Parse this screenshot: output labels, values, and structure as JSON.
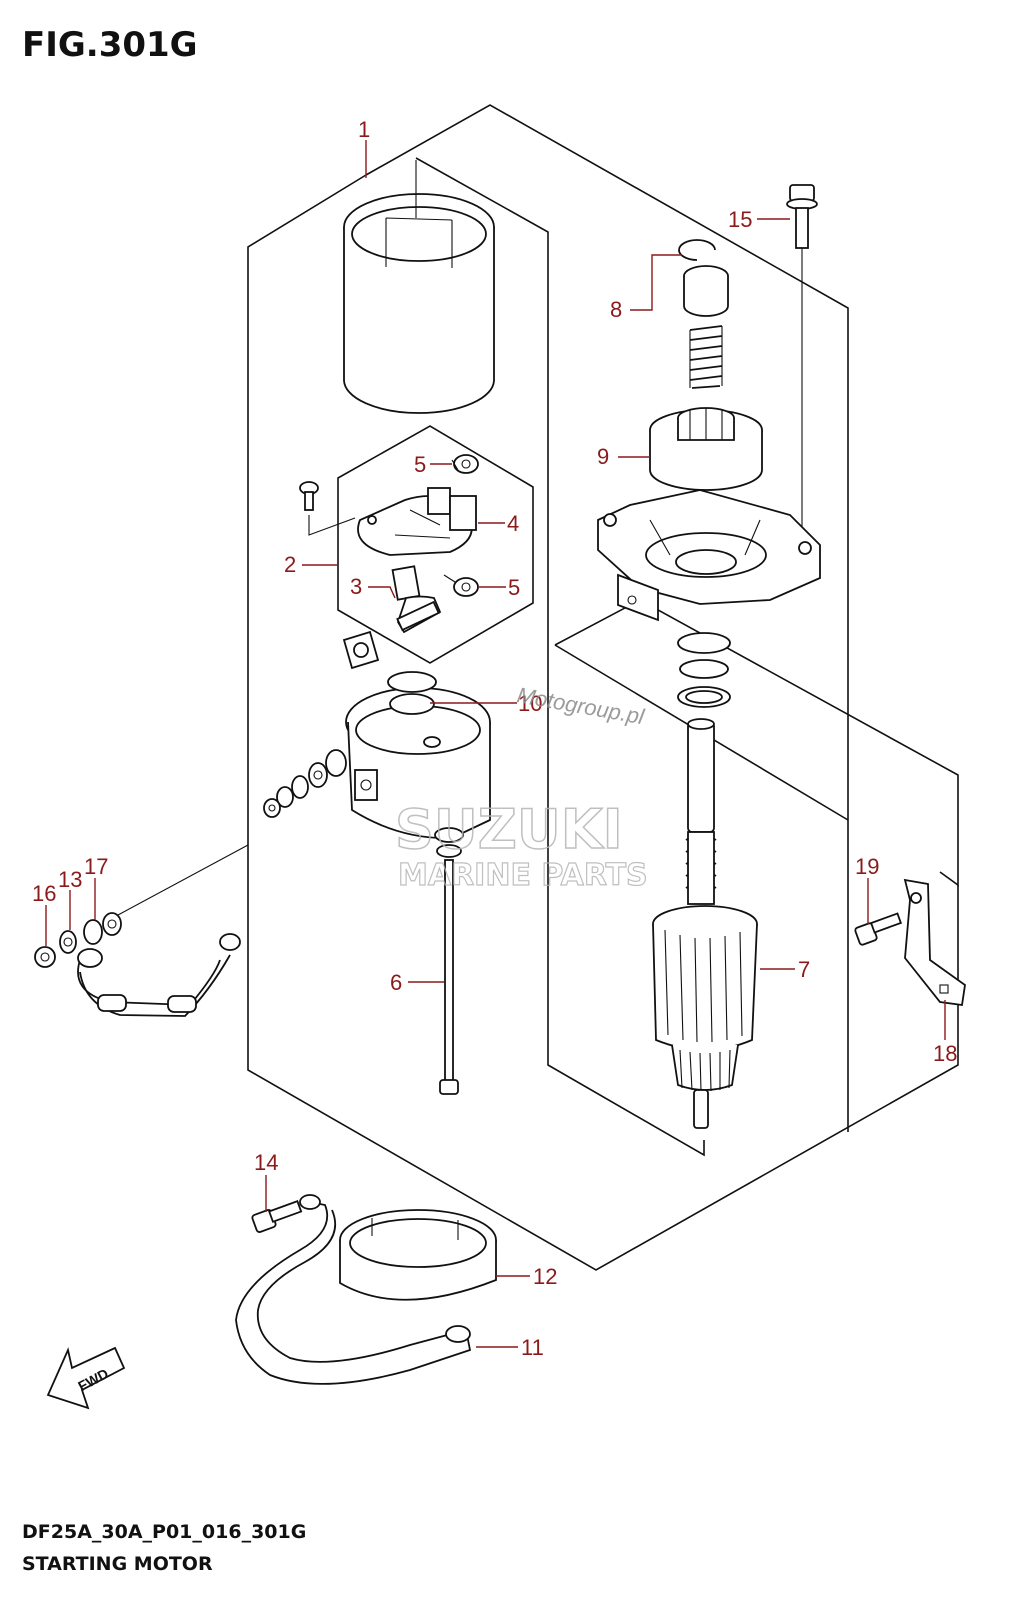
{
  "figure": {
    "title": "FIG.301G",
    "model_code": "DF25A_30A_P01_016_301G",
    "caption": "STARTING MOTOR"
  },
  "callouts": [
    "1",
    "2",
    "3",
    "4",
    "5",
    "5",
    "6",
    "7",
    "8",
    "9",
    "10",
    "11",
    "12",
    "13",
    "14",
    "15",
    "16",
    "17",
    "18",
    "19"
  ],
  "watermark": {
    "brand": "SUZUKI",
    "line2": "MARINE PARTS",
    "site": "Motogroup.pl"
  },
  "fwd_label": "FWD",
  "colors": {
    "callout": "#8b1a1a",
    "line": "#111111",
    "watermark": "#b5b5b5"
  }
}
